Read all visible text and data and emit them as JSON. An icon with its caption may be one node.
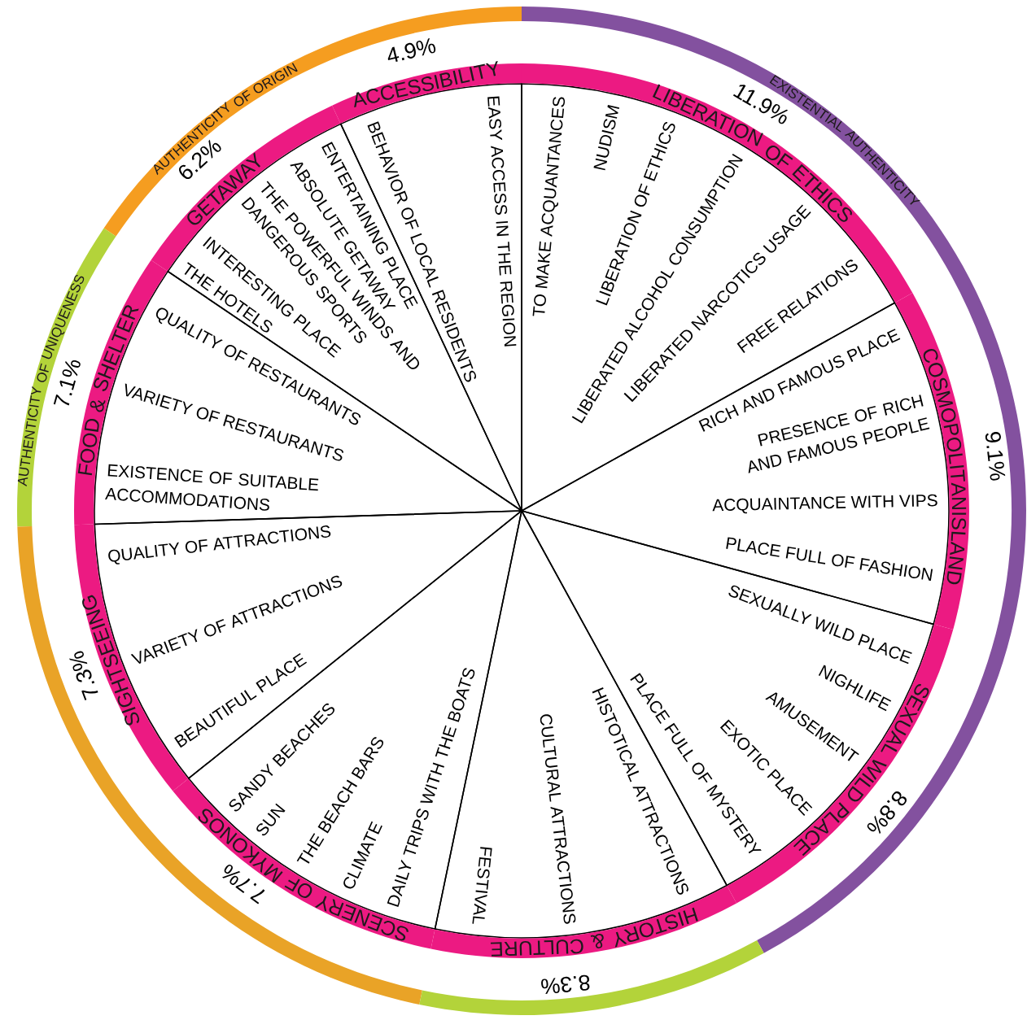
{
  "diagram": {
    "nodes": [
      {
        "text": [
          "AUTHENTICITY OF ORIGIN"
        ]
      },
      {
        "text": [
          "EXISTENTIAL AUTHENTICITY"
        ]
      },
      {
        "text": [
          "AUTHENTICITY OF UNIQUENESS"
        ]
      },
      {
        "text": [],
        "shape": "bar"
      },
      {
        "text": [],
        "shape": "bar"
      },
      {
        "text": [
          "ACCESSIBILITY",
          "BEHAVIOR OF LOCAL RESIDENTS",
          "EASY ACCESS IN THE REGION"
        ]
      },
      {
        "text": [
          "LIBERATION OF ETHICS",
          "TO MAKE ACQUANTANCES",
          "NUDISM",
          "LIBERATION OF ETHICS",
          "LIBERATED ALCOHOL CONSUMPTION",
          "LIBERATED NARCOTICS USAGE",
          "FREE RELATIONS"
        ]
      },
      {
        "text": [
          "COSMOPOLITANISLAND",
          "RICH AND FAMOUS PLACE",
          "PRESENCE OF RICH AND FAMOUS PEOPLE",
          "ACQUAINTANCE WITH VIPS",
          "PLACE FULL OF FASHION"
        ]
      },
      {
        "text": [
          "SEXUAL WILD PLACE",
          "SEXUALLY WILD PLACE",
          "NIGHLIFE",
          "AMUSEMENT",
          "EXOTIC PLACE",
          "PLACE FULL OF MYSTERY"
        ]
      },
      {
        "text": [
          "HISTORY & CULTURE",
          "HISTOTICAL ATTRACTIONS",
          "CULTURAL ATTRACTIONS",
          "FESTIVAL"
        ]
      },
      {
        "text": [
          "SCENERY OF MYKONOS",
          "SANDY BEACHES",
          "SUN",
          "THE BEACH BARS",
          "CLIMATE",
          "DAILY TRIPS WITH THE BOATS"
        ]
      },
      {
        "text": [
          "SIGHTSEEING",
          "QUALITY OF ATTRACTIONS",
          "VARIETY OF ATTRACTIONS",
          "BEAUTIFUL PLACE"
        ]
      },
      {
        "text": [
          "FOOD & SHELTER",
          "QUALITY OF RESTAURANTS",
          "VARIETY OF RESTAURANTS",
          "EXISTENCE OF SUITABLE ACCOMMODATIONS"
        ]
      },
      {
        "text": [
          "GETAWAY",
          "ENTERTAINING PLACE",
          "ABSOLUTE GETAWAY",
          "THE POWERFUL WINDS AND DANGEROUS SPORTS",
          "INTERESTING PLACE",
          "THE HOTELS"
        ]
      }
    ],
    "labels": [
      "4.9%",
      "11.9%",
      "6.2%",
      "7.1%",
      "9.1%",
      "7.3%",
      "8.8%",
      "7.7%",
      "8.3%"
    ]
  }
}
